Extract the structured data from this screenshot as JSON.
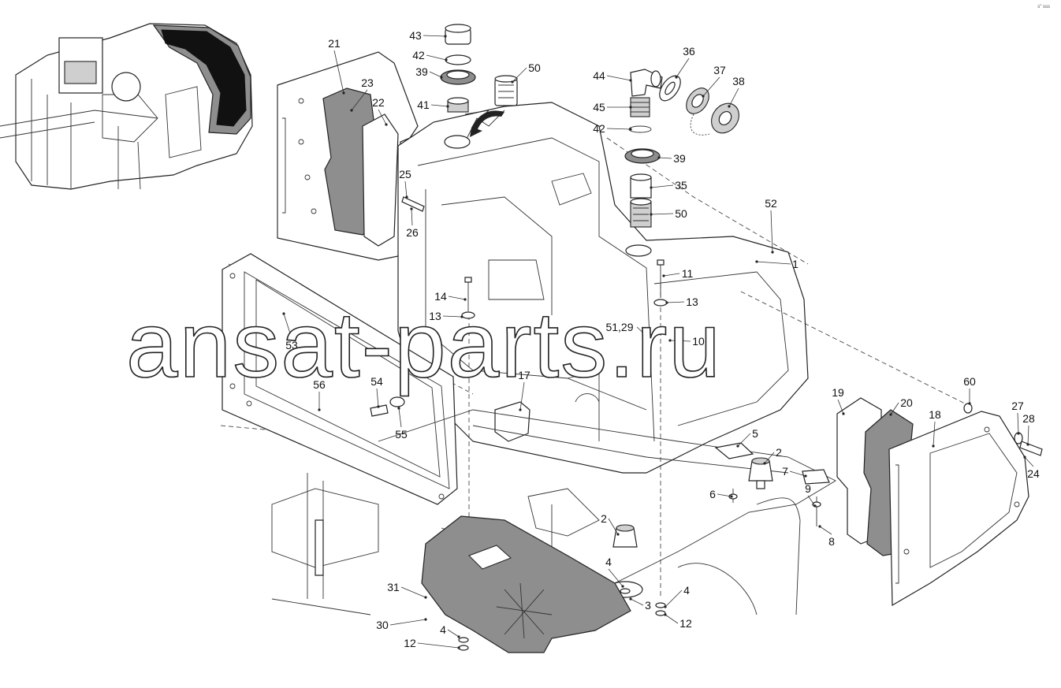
{
  "watermark": "ansat-parts.ru",
  "corner_note": "s\" sss",
  "callouts": [
    {
      "text": "43"
    },
    {
      "text": "42"
    },
    {
      "text": "39"
    },
    {
      "text": "50"
    },
    {
      "text": "41"
    },
    {
      "text": "21"
    },
    {
      "text": "23"
    },
    {
      "text": "22"
    },
    {
      "text": "25"
    },
    {
      "text": "26"
    },
    {
      "text": "44"
    },
    {
      "text": "36"
    },
    {
      "text": "37"
    },
    {
      "text": "38"
    },
    {
      "text": "45"
    },
    {
      "text": "42"
    },
    {
      "text": "39"
    },
    {
      "text": "35"
    },
    {
      "text": "50"
    },
    {
      "text": "52"
    },
    {
      "text": "1"
    },
    {
      "text": "11"
    },
    {
      "text": "13"
    },
    {
      "text": "14"
    },
    {
      "text": "13"
    },
    {
      "text": "51,29"
    },
    {
      "text": "10"
    },
    {
      "text": "53"
    },
    {
      "text": "56"
    },
    {
      "text": "54"
    },
    {
      "text": "55"
    },
    {
      "text": "17"
    },
    {
      "text": "19"
    },
    {
      "text": "20"
    },
    {
      "text": "18"
    },
    {
      "text": "60"
    },
    {
      "text": "27"
    },
    {
      "text": "28"
    },
    {
      "text": "24"
    },
    {
      "text": "5"
    },
    {
      "text": "2"
    },
    {
      "text": "7"
    },
    {
      "text": "9"
    },
    {
      "text": "6"
    },
    {
      "text": "8"
    },
    {
      "text": "2"
    },
    {
      "text": "4"
    },
    {
      "text": "3"
    },
    {
      "text": "4"
    },
    {
      "text": "12"
    },
    {
      "text": "31"
    },
    {
      "text": "30"
    },
    {
      "text": "4"
    },
    {
      "text": "12"
    }
  ]
}
